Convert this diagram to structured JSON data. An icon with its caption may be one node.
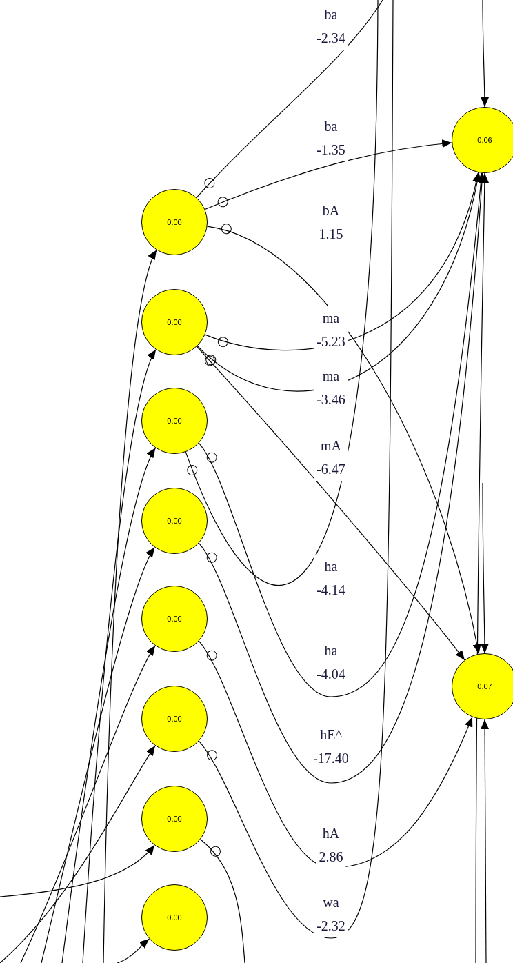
{
  "diagram": {
    "nodes": [
      {
        "text": [
          "0.00"
        ]
      },
      {
        "text": [
          "0.00"
        ]
      },
      {
        "text": [
          "0.00"
        ]
      },
      {
        "text": [
          "0.00"
        ]
      },
      {
        "text": [
          "0.00"
        ]
      },
      {
        "text": [
          "0.00"
        ]
      },
      {
        "text": [
          "0.00"
        ]
      },
      {
        "text": [
          "0.00"
        ]
      },
      {
        "text": [
          "0.06"
        ]
      },
      {
        "text": [
          "0.07"
        ]
      }
    ],
    "edges": [
      {
        "from": 0,
        "to": null,
        "arrow": "other",
        "label": "ba -2.34"
      },
      {
        "from": 0,
        "to": 8,
        "arrow": "to",
        "label": "ba -1.35"
      },
      {
        "from": 0,
        "to": 9,
        "arrow": "to",
        "label": "bA 1.15"
      },
      {
        "from": 1,
        "to": 8,
        "arrow": "to",
        "label": "ma -5.23"
      },
      {
        "from": 1,
        "to": 8,
        "arrow": "to",
        "label": "ma -3.46"
      },
      {
        "from": 1,
        "to": 9,
        "arrow": "to",
        "label": "mA -6.47"
      },
      {
        "from": 2,
        "to": null,
        "arrow": "other",
        "label": "ha -4.14"
      },
      {
        "from": 2,
        "to": 8,
        "arrow": "to",
        "label": "ha -4.04"
      },
      {
        "from": 3,
        "to": 8,
        "arrow": "to",
        "label": "hE^ -17.40"
      },
      {
        "from": 4,
        "to": 9,
        "arrow": "to",
        "label": "hA 2.86"
      },
      {
        "from": 5,
        "to": null,
        "arrow": "other",
        "label": "wa -2.32"
      },
      {
        "from": 6,
        "to": null,
        "arrow": "other"
      },
      {
        "from": null,
        "to": 0,
        "arrow": "to"
      },
      {
        "from": null,
        "to": 1,
        "arrow": "to"
      },
      {
        "from": null,
        "to": 2,
        "arrow": "to"
      },
      {
        "from": null,
        "to": 3,
        "arrow": "to"
      },
      {
        "from": null,
        "to": 4,
        "arrow": "to"
      },
      {
        "from": null,
        "to": 5,
        "arrow": "to"
      },
      {
        "from": null,
        "to": 6,
        "arrow": "to"
      },
      {
        "from": null,
        "to": 7,
        "arrow": "to"
      },
      {
        "from": null,
        "to": 8,
        "arrow": "to"
      },
      {
        "from": null,
        "to": 8,
        "arrow": "to"
      },
      {
        "from": null,
        "to": 9,
        "arrow": "to"
      },
      {
        "from": null,
        "to": 9,
        "arrow": "to"
      }
    ]
  }
}
